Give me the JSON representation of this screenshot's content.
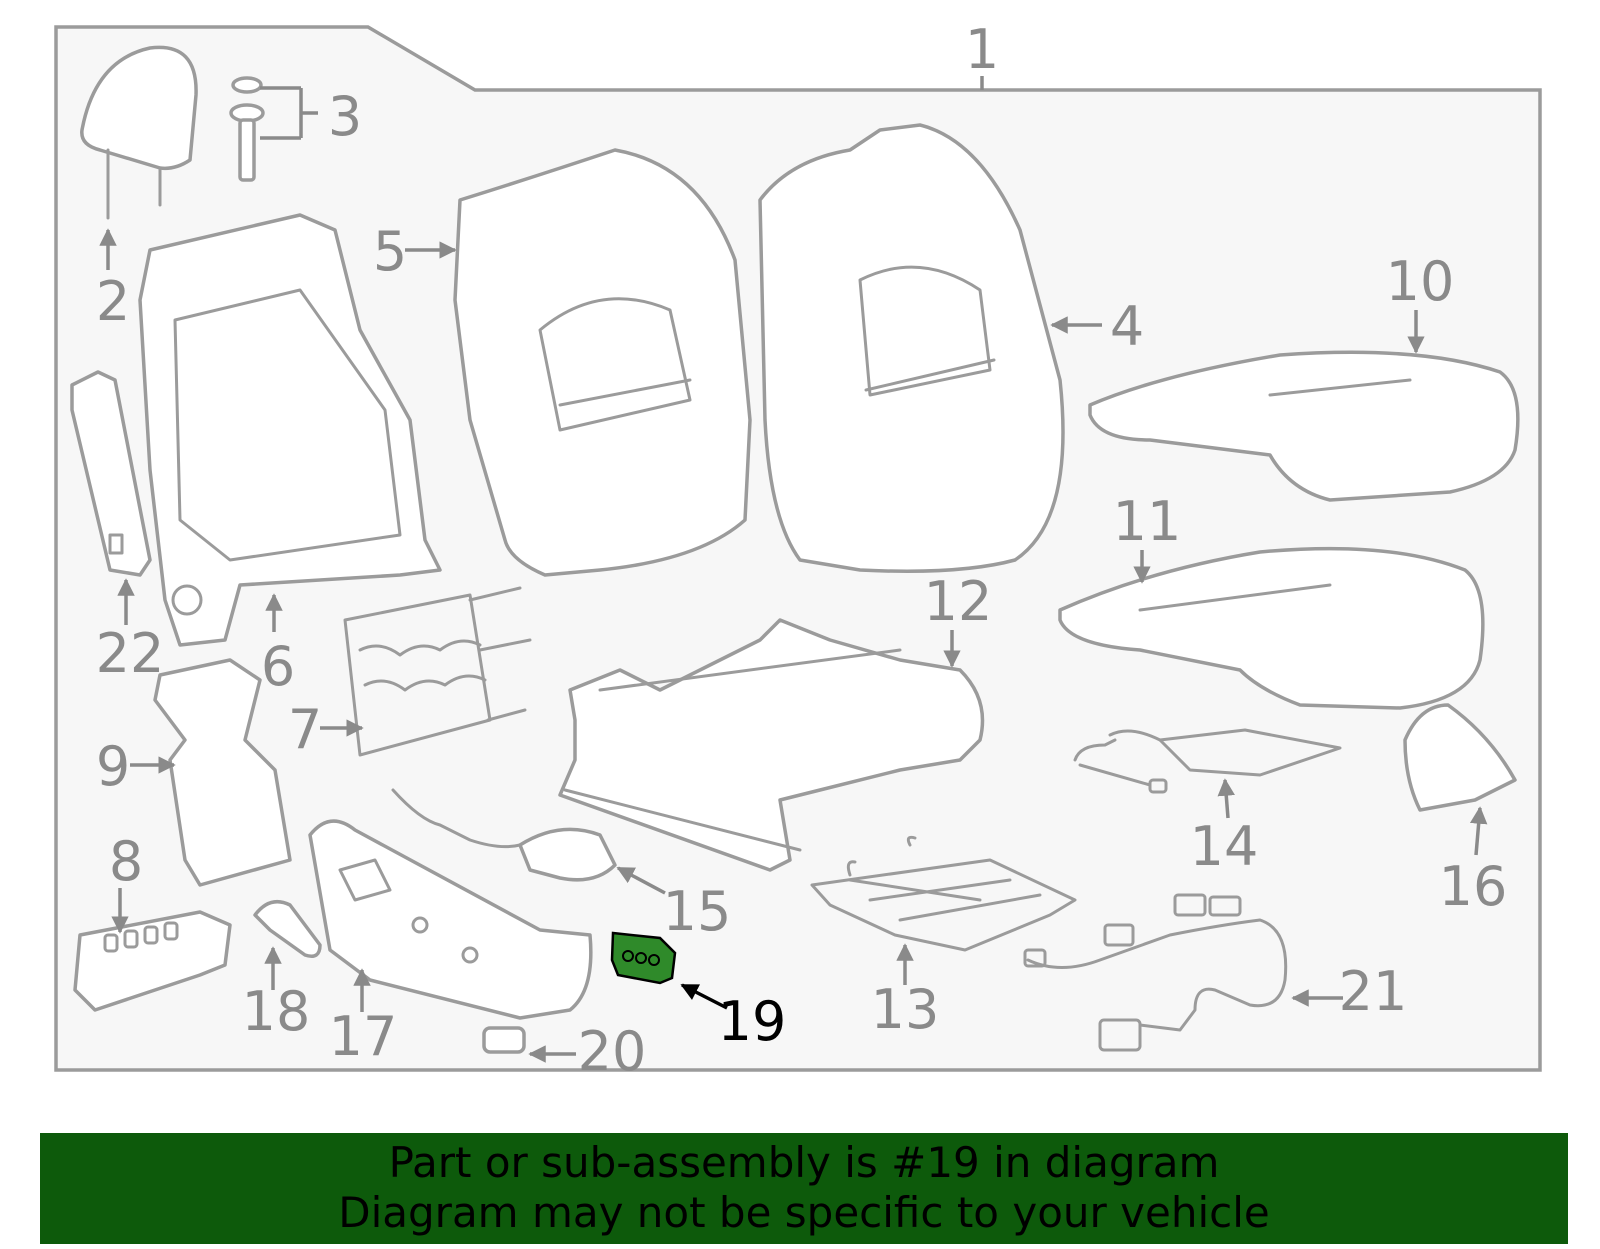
{
  "callouts": [
    "1",
    "2",
    "3",
    "4",
    "5",
    "6",
    "7",
    "8",
    "9",
    "10",
    "11",
    "12",
    "13",
    "14",
    "15",
    "16",
    "17",
    "18",
    "19",
    "20",
    "21",
    "22"
  ],
  "highlighted_part": "19",
  "colors": {
    "highlight_part": "#2f8a2a",
    "highlight_label": "#000000",
    "parts": "#9b9b9b",
    "background_panel": "#f7f7f7",
    "banner": "#0d5a0b"
  },
  "banner": {
    "line1": "Part or sub-assembly is #19 in diagram",
    "line2": "Diagram may not be specific to your vehicle"
  }
}
